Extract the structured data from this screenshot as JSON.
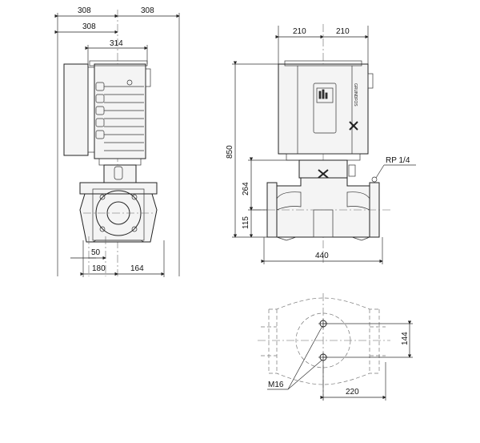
{
  "dimensions": {
    "side_top_left": "308",
    "side_top_right": "308",
    "side_second": "308",
    "side_motor_width": "314",
    "side_offset": "50",
    "side_bottom_left": "180",
    "side_bottom_right": "164",
    "front_left": "210",
    "front_right": "210",
    "front_height": "850",
    "front_mid_height": "264",
    "front_low_height": "115",
    "front_width": "440",
    "port_label": "RP 1/4",
    "top_spacing": "144",
    "top_offset": "220",
    "bolt_label": "M16"
  },
  "brand_text": "GRUNDFOS"
}
